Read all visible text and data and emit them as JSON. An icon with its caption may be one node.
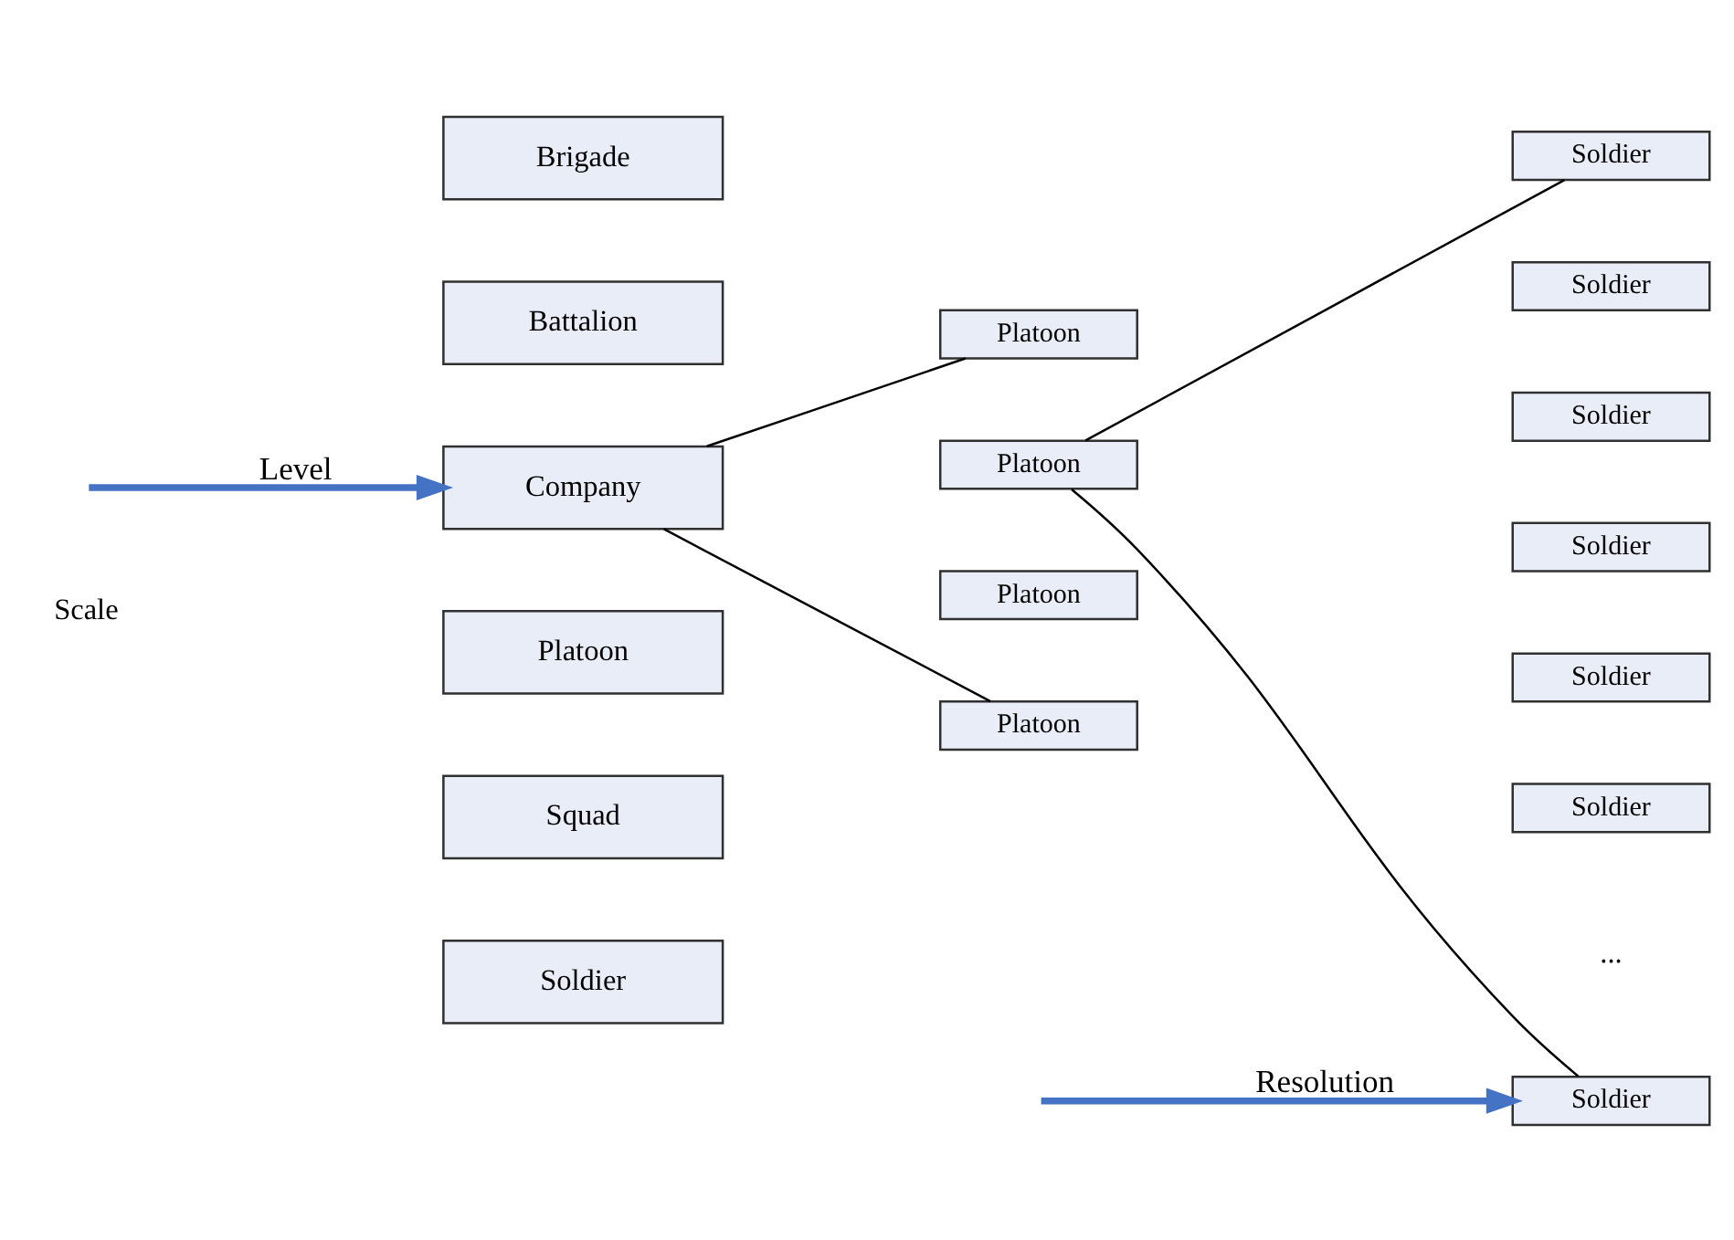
{
  "diagram": {
    "nodes": [
      {
        "text": [
          "Brigade"
        ]
      },
      {
        "text": [
          "Battalion"
        ]
      },
      {
        "text": [
          "Company"
        ]
      },
      {
        "text": [
          "Platoon"
        ]
      },
      {
        "text": [
          "Squad"
        ]
      },
      {
        "text": [
          "Soldier"
        ]
      },
      {
        "text": [
          "Platoon"
        ]
      },
      {
        "text": [
          "Platoon"
        ]
      },
      {
        "text": [
          "Platoon"
        ]
      },
      {
        "text": [
          "Platoon"
        ]
      },
      {
        "text": [
          "Soldier"
        ]
      },
      {
        "text": [
          "Soldier"
        ]
      },
      {
        "text": [
          "Soldier"
        ]
      },
      {
        "text": [
          "Soldier"
        ]
      },
      {
        "text": [
          "Soldier"
        ]
      },
      {
        "text": [
          "Soldier"
        ]
      },
      {
        "text": [
          "Soldier"
        ]
      }
    ],
    "edges": [
      {
        "from": null,
        "to": 2,
        "arrow": "to",
        "label": "Level",
        "style": "thick",
        "color": "#4472c4"
      },
      {
        "from": 2,
        "to": 6,
        "arrow": "none"
      },
      {
        "from": 2,
        "to": 9,
        "arrow": "none"
      },
      {
        "from": 7,
        "to": 10,
        "arrow": "none"
      },
      {
        "from": 7,
        "to": 16,
        "arrow": "none"
      },
      {
        "from": null,
        "to": 16,
        "arrow": "to",
        "label": "Resolution",
        "style": "thick",
        "color": "#4472c4"
      }
    ],
    "labels": [
      "Scale",
      "..."
    ]
  }
}
